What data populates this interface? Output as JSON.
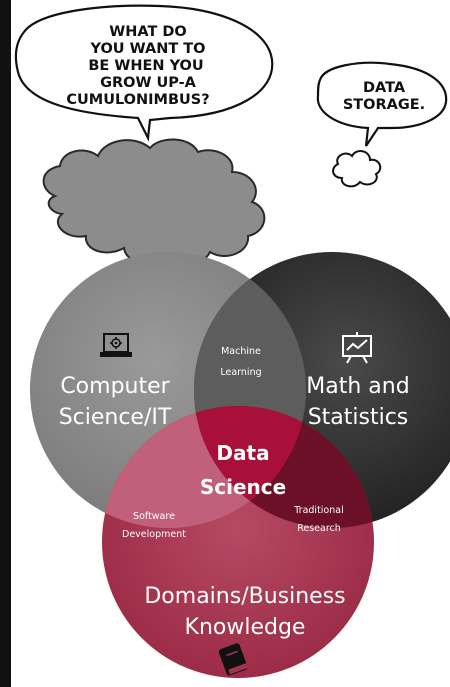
{
  "comic": {
    "bubble_left": [
      "WHAT DO",
      "YOU WANT TO",
      "BE WHEN YOU",
      "GROW UP-A",
      "CUMULONIMBUS?"
    ],
    "bubble_right": [
      "DATA",
      "STORAGE."
    ]
  },
  "venn": {
    "computer_science": [
      "Computer",
      "Science/IT"
    ],
    "math_statistics": [
      "Math and",
      "Statistics"
    ],
    "domains_business": [
      "Domains/Business",
      "Knowledge"
    ],
    "machine_learning": [
      "Machine",
      "Learning"
    ],
    "software_development": [
      "Software",
      "Development"
    ],
    "traditional_research": [
      "Traditional",
      "Research"
    ],
    "data_science": [
      "Data",
      "Science"
    ],
    "colors": {
      "computer_science": "#8a8a8a",
      "math_statistics": "#333333",
      "domains_business": "#a8334f",
      "data_science": "#9e0f34"
    },
    "icons": {
      "computer_science": "laptop-gear-icon",
      "math_statistics": "presentation-chart-icon",
      "domains_business": "book-icon"
    }
  }
}
